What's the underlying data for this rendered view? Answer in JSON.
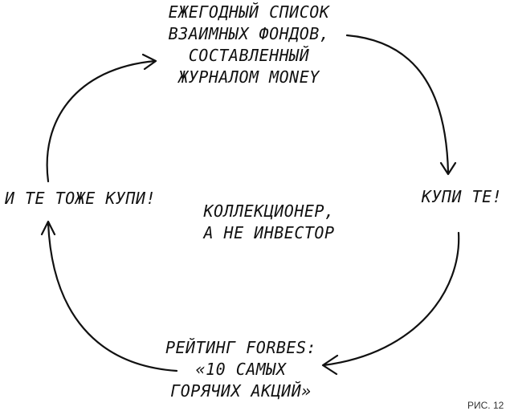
{
  "nodes": {
    "top": [
      "Ежегодный список",
      "взаимных фондов,",
      "составленный",
      "журналом Money"
    ],
    "right": [
      "Купи те!"
    ],
    "bottom": [
      "Рейтинг Forbes:",
      "«10 самых",
      "горячих акций»"
    ],
    "left": [
      "И те тоже купи!"
    ],
    "center": [
      "Коллекционер,",
      "а не инвестор"
    ]
  },
  "figure_label": "РИС. 12",
  "colors": {
    "ink": "#111111",
    "background": "#ffffff"
  }
}
